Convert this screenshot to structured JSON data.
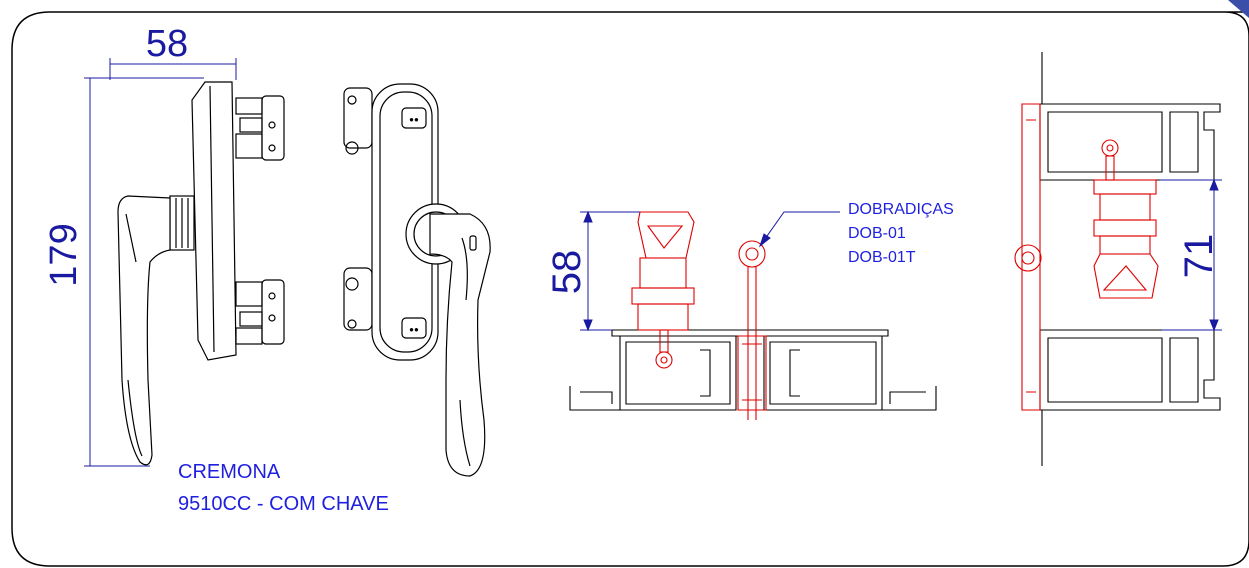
{
  "dimensions": {
    "handle_width": "58",
    "handle_height": "179",
    "section_left_height": "58",
    "section_right_height": "71"
  },
  "labels": {
    "product_name": "CREMONA",
    "product_code": "9510CC - COM CHAVE",
    "hinge_title": "DOBRADIÇAS",
    "hinge_code_1": "DOB-01",
    "hinge_code_2": "DOB-01T"
  },
  "colors": {
    "outline": "#000000",
    "dimension": "#1a1aa0",
    "label": "#1f1fe0",
    "highlight": "#e00000",
    "corner_accent": "#3b4fa8"
  }
}
